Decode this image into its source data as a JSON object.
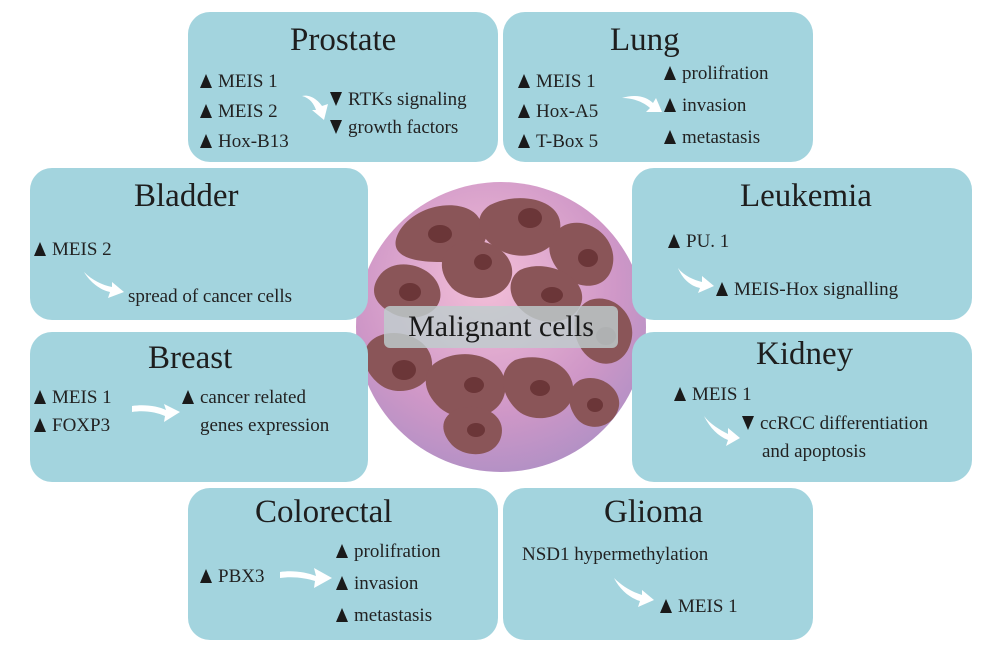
{
  "center": {
    "label": "Malignant cells"
  },
  "panels": {
    "prostate": {
      "title": "Prostate",
      "left": [
        "MEIS 1",
        "MEIS 2",
        "Hox-B13"
      ],
      "right": [
        "RTKs signaling",
        "growth factors"
      ]
    },
    "lung": {
      "title": "Lung",
      "left": [
        "MEIS 1",
        "Hox-A5",
        "T-Box 5"
      ],
      "right": [
        "prolifration",
        "invasion",
        "metastasis"
      ]
    },
    "bladder": {
      "title": "Bladder",
      "left": [
        "MEIS 2"
      ],
      "right": [
        "spread of cancer cells"
      ]
    },
    "leukemia": {
      "title": "Leukemia",
      "left": [
        "PU. 1"
      ],
      "right": [
        "MEIS-Hox signalling"
      ]
    },
    "breast": {
      "title": "Breast",
      "left": [
        "MEIS 1",
        "FOXP3"
      ],
      "right": [
        "cancer related",
        "genes expression"
      ]
    },
    "kidney": {
      "title": "Kidney",
      "left": [
        "MEIS 1"
      ],
      "right": [
        "ccRCC differentiation",
        "and apoptosis"
      ]
    },
    "colorectal": {
      "title": "Colorectal",
      "left": [
        "PBX3"
      ],
      "right": [
        "prolifration",
        "invasion",
        "metastasis"
      ]
    },
    "glioma": {
      "title": "Glioma",
      "left": [
        "NSD1 hypermethylation"
      ],
      "right": [
        "MEIS 1"
      ]
    }
  },
  "colors": {
    "panel": "#a3d4de",
    "cell": "#8a5558",
    "cell_nucleus": "#6b3638",
    "circle_center": "#e8a6c6"
  }
}
